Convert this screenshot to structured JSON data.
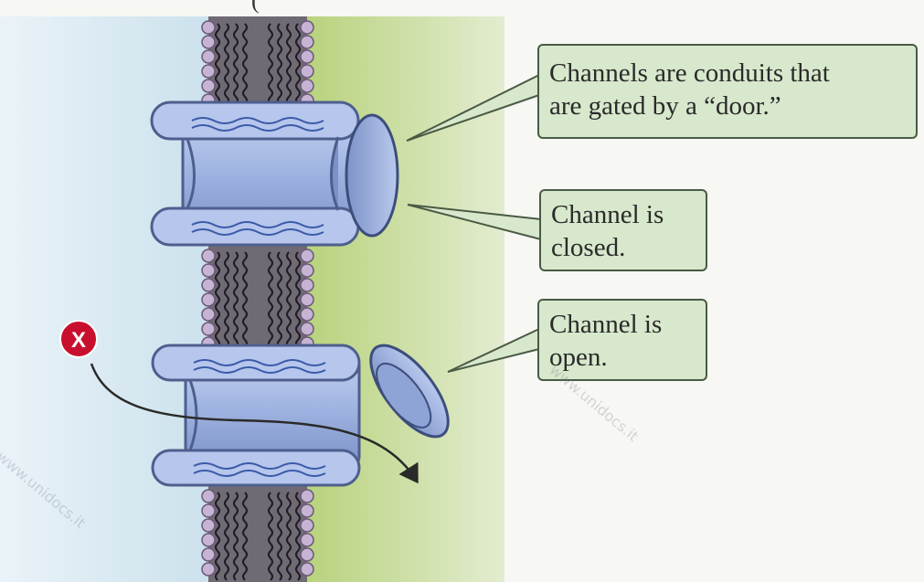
{
  "header_fragment": "(",
  "callouts": [
    {
      "id": "conduit",
      "text": "Channels are conduits that\nare gated by a “door.”"
    },
    {
      "id": "closed",
      "text": "Channel is\nclosed."
    },
    {
      "id": "open",
      "text": "Channel is\nopen."
    }
  ],
  "marker": {
    "symbol": "X",
    "color": "#c8102e"
  },
  "watermark": "www.unidocs.it",
  "colors": {
    "extracellular": "#cfe4ef",
    "intracellular": "#b3d06a",
    "protein": "#9fb4e0",
    "protein_outline": "#4e5f8e",
    "phospholipid_head": "#c7b3d3",
    "callout_fill": "#d7e8cc",
    "callout_border": "#4a5a44"
  }
}
